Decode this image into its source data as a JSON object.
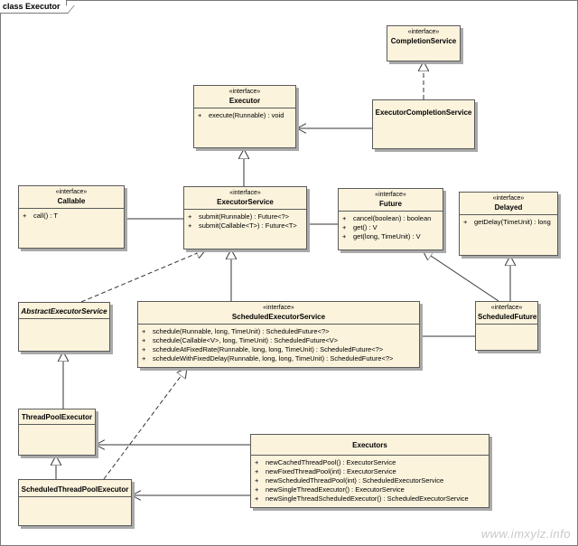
{
  "frame_title": "class Executor",
  "watermark": "www.imxylz.info",
  "classes": {
    "completion_service": {
      "stereotype": "«interface»",
      "name": "CompletionService"
    },
    "executor": {
      "stereotype": "«interface»",
      "name": "Executor",
      "ops": [
        {
          "vis": "+",
          "sig": "execute(Runnable) : void"
        }
      ]
    },
    "executor_completion_service": {
      "name": "ExecutorCompletionService"
    },
    "callable": {
      "stereotype": "«interface»",
      "name": "Callable",
      "ops": [
        {
          "vis": "+",
          "sig": "call() : T"
        }
      ]
    },
    "executor_service": {
      "stereotype": "«interface»",
      "name": "ExecutorService",
      "ops": [
        {
          "vis": "+",
          "sig": "submit(Runnable) : Future<?>"
        },
        {
          "vis": "+",
          "sig": "submit(Callable<T>) : Future<T>"
        }
      ]
    },
    "future": {
      "stereotype": "«interface»",
      "name": "Future",
      "ops": [
        {
          "vis": "+",
          "sig": "cancel(boolean) : boolean"
        },
        {
          "vis": "+",
          "sig": "get() : V"
        },
        {
          "vis": "+",
          "sig": "get(long, TimeUnit) : V"
        }
      ]
    },
    "delayed": {
      "stereotype": "«interface»",
      "name": "Delayed",
      "ops": [
        {
          "vis": "+",
          "sig": "getDelay(TimeUnit) : long"
        }
      ]
    },
    "abstract_executor_service": {
      "name": "AbstractExecutorService"
    },
    "scheduled_executor_service": {
      "stereotype": "«interface»",
      "name": "ScheduledExecutorService",
      "ops": [
        {
          "vis": "+",
          "sig": "schedule(Runnable, long, TimeUnit) : ScheduledFuture<?>"
        },
        {
          "vis": "+",
          "sig": "schedule(Callable<V>, long, TimeUnit) : ScheduledFuture<V>"
        },
        {
          "vis": "+",
          "sig": "scheduleAtFixedRate(Runnable, long, long, TimeUnit) : ScheduledFuture<?>"
        },
        {
          "vis": "+",
          "sig": "scheduleWithFixedDelay(Runnable, long, long, TimeUnit) : ScheduledFuture<?>"
        }
      ]
    },
    "scheduled_future": {
      "stereotype": "«interface»",
      "name": "ScheduledFuture"
    },
    "thread_pool_executor": {
      "name": "ThreadPoolExecutor"
    },
    "executors": {
      "name": "Executors",
      "ops": [
        {
          "vis": "+",
          "sig": "newCachedThreadPool() : ExecutorService"
        },
        {
          "vis": "+",
          "sig": "newFixedThreadPool(int) : ExecutorService"
        },
        {
          "vis": "+",
          "sig": "newScheduledThreadPool(int) : ScheduledExecutorService"
        },
        {
          "vis": "+",
          "sig": "newSingleThreadExecutor() : ExecutorService"
        },
        {
          "vis": "+",
          "sig": "newSingleThreadScheduledExecutor() : ScheduledExecutorService"
        }
      ]
    },
    "scheduled_thread_pool_executor": {
      "name": "ScheduledThreadPoolExecutor"
    }
  }
}
